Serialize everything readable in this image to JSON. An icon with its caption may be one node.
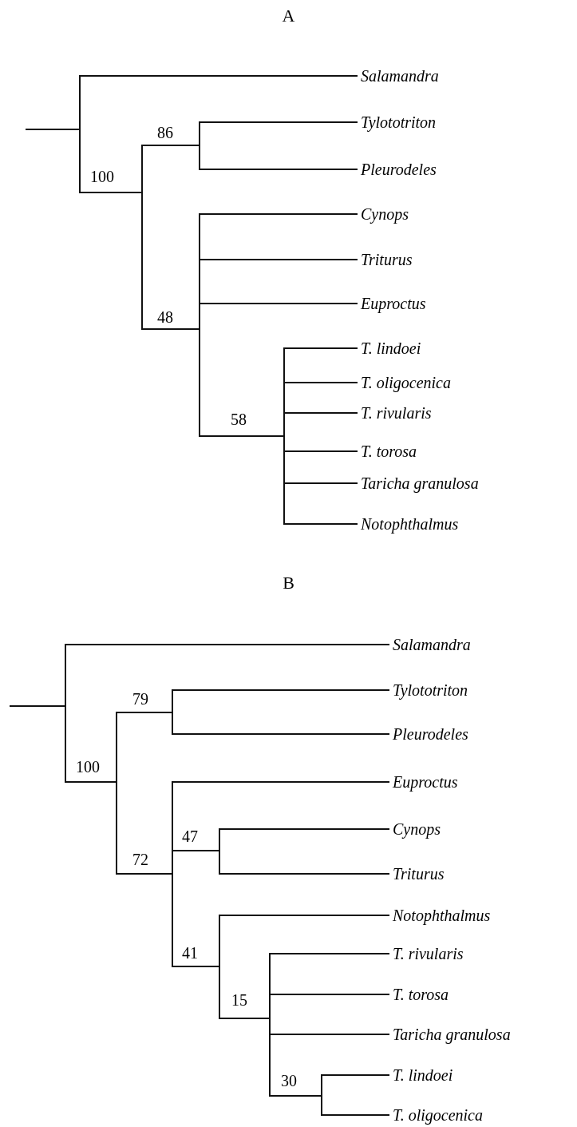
{
  "diagram": {
    "nodes": [
      {
        "text": [],
        "shape": "bar"
      },
      {
        "text": [
          "Salamandra"
        ]
      },
      {
        "text": [],
        "shape": "bar"
      },
      {
        "text": [],
        "shape": "bar"
      },
      {
        "text": [
          "Tylototriton"
        ]
      },
      {
        "text": [
          "Pleurodeles"
        ]
      },
      {
        "text": [],
        "shape": "bar"
      },
      {
        "text": [
          "Cynops"
        ]
      },
      {
        "text": [
          "Triturus"
        ]
      },
      {
        "text": [
          "Euproctus"
        ]
      },
      {
        "text": [],
        "shape": "bar"
      },
      {
        "text": [
          "T. lindoei"
        ]
      },
      {
        "text": [
          "T. oligocenica"
        ]
      },
      {
        "text": [
          "T. rivularis"
        ]
      },
      {
        "text": [
          "T. torosa"
        ]
      },
      {
        "text": [
          "Taricha granulosa"
        ]
      },
      {
        "text": [
          "Notophthalmus"
        ]
      },
      {
        "text": [],
        "shape": "bar"
      },
      {
        "text": [
          "Salamandra"
        ]
      },
      {
        "text": [],
        "shape": "bar"
      },
      {
        "text": [],
        "shape": "bar"
      },
      {
        "text": [
          "Tylototriton"
        ]
      },
      {
        "text": [
          "Pleurodeles"
        ]
      },
      {
        "text": [],
        "shape": "bar"
      },
      {
        "text": [
          "Euproctus"
        ]
      },
      {
        "text": [],
        "shape": "bar"
      },
      {
        "text": [
          "Cynops"
        ]
      },
      {
        "text": [
          "Triturus"
        ]
      },
      {
        "text": [],
        "shape": "bar"
      },
      {
        "text": [
          "Notophthalmus"
        ]
      },
      {
        "text": [],
        "shape": "bar"
      },
      {
        "text": [
          "T. rivularis"
        ]
      },
      {
        "text": [
          "T. torosa"
        ]
      },
      {
        "text": [
          "Taricha granulosa"
        ]
      },
      {
        "text": [],
        "shape": "bar"
      },
      {
        "text": [
          "T. lindoei"
        ]
      },
      {
        "text": [
          "T. oligocenica"
        ]
      }
    ],
    "edges": [
      {
        "from": null,
        "to": 0,
        "arrow": "none"
      },
      {
        "from": 0,
        "to": 1,
        "arrow": "none"
      },
      {
        "from": 0,
        "to": 2,
        "arrow": "none"
      },
      {
        "from": 2,
        "to": 3,
        "arrow": "none"
      },
      {
        "from": 3,
        "to": 4,
        "arrow": "none"
      },
      {
        "from": 3,
        "to": 5,
        "arrow": "none"
      },
      {
        "from": 2,
        "to": 6,
        "arrow": "none"
      },
      {
        "from": 6,
        "to": 7,
        "arrow": "none"
      },
      {
        "from": 6,
        "to": 8,
        "arrow": "none"
      },
      {
        "from": 6,
        "to": 9,
        "arrow": "none"
      },
      {
        "from": 6,
        "to": 10,
        "arrow": "none"
      },
      {
        "from": 10,
        "to": 11,
        "arrow": "none"
      },
      {
        "from": 10,
        "to": 12,
        "arrow": "none"
      },
      {
        "from": 10,
        "to": 13,
        "arrow": "none"
      },
      {
        "from": 10,
        "to": 14,
        "arrow": "none"
      },
      {
        "from": 10,
        "to": 15,
        "arrow": "none"
      },
      {
        "from": 10,
        "to": 16,
        "arrow": "none"
      },
      {
        "from": null,
        "to": 17,
        "arrow": "none"
      },
      {
        "from": 17,
        "to": 18,
        "arrow": "none"
      },
      {
        "from": 17,
        "to": 19,
        "arrow": "none"
      },
      {
        "from": 19,
        "to": 20,
        "arrow": "none"
      },
      {
        "from": 20,
        "to": 21,
        "arrow": "none"
      },
      {
        "from": 20,
        "to": 22,
        "arrow": "none"
      },
      {
        "from": 19,
        "to": 23,
        "arrow": "none"
      },
      {
        "from": 23,
        "to": 24,
        "arrow": "none"
      },
      {
        "from": 23,
        "to": 25,
        "arrow": "none"
      },
      {
        "from": 25,
        "to": 26,
        "arrow": "none"
      },
      {
        "from": 25,
        "to": 27,
        "arrow": "none"
      },
      {
        "from": 23,
        "to": 28,
        "arrow": "none"
      },
      {
        "from": 28,
        "to": 29,
        "arrow": "none"
      },
      {
        "from": 28,
        "to": 30,
        "arrow": "none"
      },
      {
        "from": 30,
        "to": 31,
        "arrow": "none"
      },
      {
        "from": 30,
        "to": 32,
        "arrow": "none"
      },
      {
        "from": 30,
        "to": 33,
        "arrow": "none"
      },
      {
        "from": 30,
        "to": 34,
        "arrow": "none"
      },
      {
        "from": 34,
        "to": 35,
        "arrow": "none"
      },
      {
        "from": 34,
        "to": 36,
        "arrow": "none"
      }
    ],
    "labels": [
      "A",
      "86",
      "100",
      "48",
      "58",
      "B",
      "79",
      "100",
      "72",
      "47",
      "41",
      "15",
      "30"
    ]
  }
}
